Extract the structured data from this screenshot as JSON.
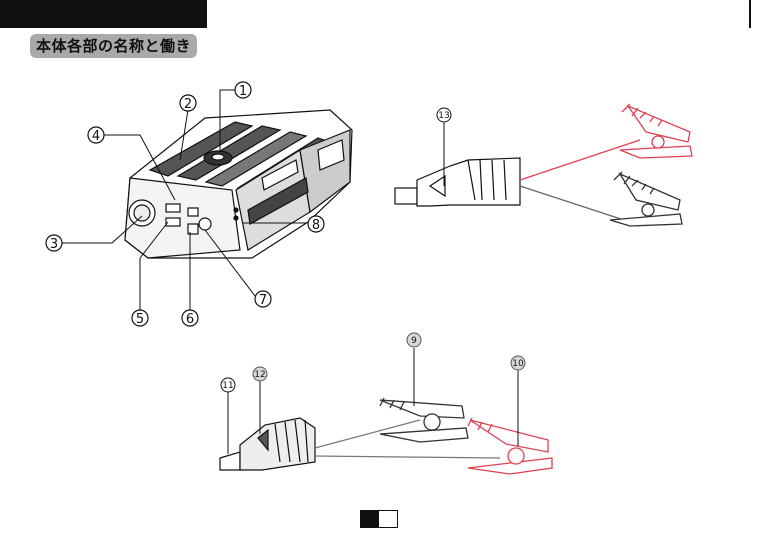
{
  "section_title": "本体各部の名称と働き",
  "callouts": {
    "c1": "1",
    "c2": "2",
    "c3": "3",
    "c4": "4",
    "c5": "5",
    "c6": "6",
    "c7": "7",
    "c8": "8",
    "c9": "9",
    "c10": "10",
    "c11": "11",
    "c12": "12",
    "c13": "13"
  },
  "colors": {
    "red_clamp": "#e0404f",
    "black_clamp": "#333333",
    "header_bar": "#111111",
    "title_pill": "#a9a9a9"
  }
}
